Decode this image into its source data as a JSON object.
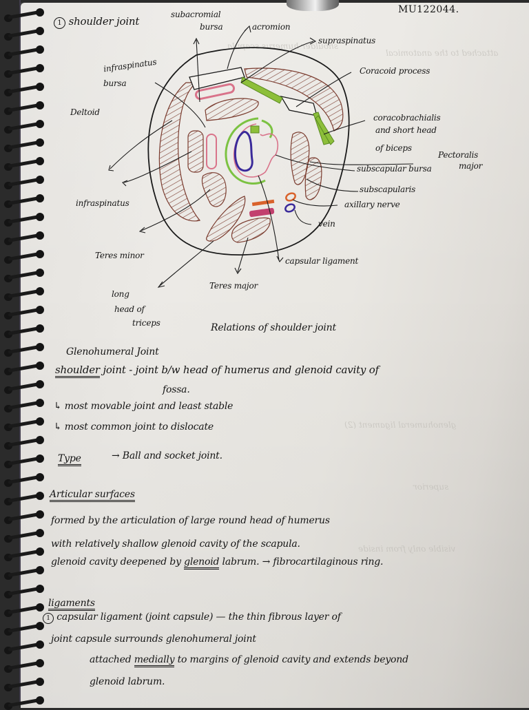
{
  "page": {
    "type": "handwritten-notebook-page",
    "student_id": "MU122044.",
    "heading_number": "1",
    "heading": "shoulder joint"
  },
  "diagram": {
    "caption": "Relations of shoulder joint",
    "labels": {
      "subacromial_bursa_1": "subacromial",
      "subacromial_bursa_2": "bursa",
      "acromion": "acromion",
      "supraspinatus": "supraspinatus",
      "infraspinatus_bursa_1": "infraspinatus",
      "infraspinatus_bursa_2": "bursa",
      "coracoid_process": "Coracoid process",
      "deltoid": "Deltoid",
      "coracobrachialis_1": "coracobrachialis",
      "coracobrachialis_2": "and short head",
      "coracobrachialis_3": "of biceps",
      "pectoralis_major_1": "Pectoralis",
      "pectoralis_major_2": "major",
      "subscapular_bursa": "subscapular bursa",
      "subscapularis": "subscapularis",
      "infraspinatus": "infraspinatus",
      "axillary_nerve": "axillary nerve",
      "vein": "vein",
      "teres_minor": "Teres minor",
      "capsular_ligament": "capsular ligament",
      "teres_major": "Teres major",
      "long_head_triceps_1": "long",
      "long_head_triceps_2": "head of",
      "long_head_triceps_3": "triceps"
    },
    "colors": {
      "outline": "#1a1a1a",
      "muscle": "#7a3b2e",
      "bursa_pink": "#d9738a",
      "ligament_green": "#7cc242",
      "tendon_green": "#8dbf3a",
      "humerus_blue": "#3a2a9a",
      "nerve_orange": "#d9622b",
      "vessel_magenta": "#c2406e"
    }
  },
  "notes": {
    "section_title": "Glenohumeral Joint",
    "definition_term": "shoulder",
    "definition_line1": "joint - joint b/w head of humerus and glenoid cavity of",
    "definition_line2": "fossa.",
    "bullet1": "most movable joint and least stable",
    "bullet2": "most common joint to dislocate",
    "type_label": "Type",
    "type_value": "→ Ball and socket joint.",
    "articular_title": "Articular surfaces",
    "articular_line1": "formed by the articulation of large round head of humerus",
    "articular_line2": "with relatively shallow glenoid cavity of the scapula.",
    "articular_line3a": "glenoid cavity deepened by",
    "articular_line3b": "glenoid",
    "articular_line3c": "labrum.",
    "articular_line3d": "→ fibrocartilaginous ring.",
    "ligaments_title": "ligaments",
    "lig1_line1": "capsular ligament (joint capsule) — the thin fibrous layer of",
    "lig1_line2": "joint capsule surrounds glenohumeral joint",
    "lig1_line3a": "attached",
    "lig1_line3b": "medially",
    "lig1_line3c": "to margins of glenoid cavity and extends beyond",
    "lig1_line4": "glenoid labrum.",
    "lig1_number": "1"
  },
  "bullet_glyph": "↳"
}
